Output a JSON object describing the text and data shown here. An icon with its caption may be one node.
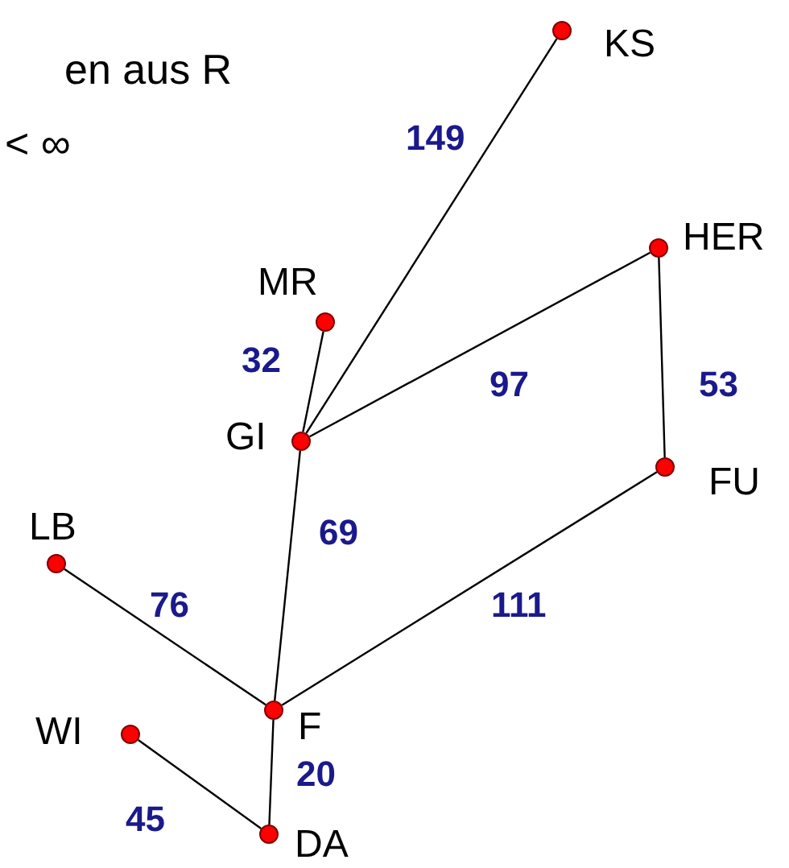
{
  "diagram": {
    "nodes": [
      {
        "text": [
          "KS"
        ]
      },
      {
        "text": [
          "HER"
        ]
      },
      {
        "text": [
          "MR"
        ]
      },
      {
        "text": [
          "GI"
        ]
      },
      {
        "text": [
          "FU"
        ]
      },
      {
        "text": [
          "LB"
        ]
      },
      {
        "text": [
          "F"
        ]
      },
      {
        "text": [
          "WI"
        ]
      },
      {
        "text": [
          "DA"
        ]
      }
    ],
    "edges": [
      {
        "from": 3,
        "to": 0,
        "arrow": "none",
        "label": "149"
      },
      {
        "from": 3,
        "to": 2,
        "arrow": "none",
        "label": "32"
      },
      {
        "from": 3,
        "to": 1,
        "arrow": "none",
        "label": "97"
      },
      {
        "from": 1,
        "to": 4,
        "arrow": "none",
        "label": "53"
      },
      {
        "from": 3,
        "to": 6,
        "arrow": "none",
        "label": "69"
      },
      {
        "from": 6,
        "to": 4,
        "arrow": "none",
        "label": "111"
      },
      {
        "from": 5,
        "to": 6,
        "arrow": "none",
        "label": "76"
      },
      {
        "from": 6,
        "to": 8,
        "arrow": "none",
        "label": "20"
      },
      {
        "from": 7,
        "to": 8,
        "arrow": "none",
        "label": "45"
      }
    ],
    "labels": [
      "en aus R",
      "< ∞"
    ]
  }
}
